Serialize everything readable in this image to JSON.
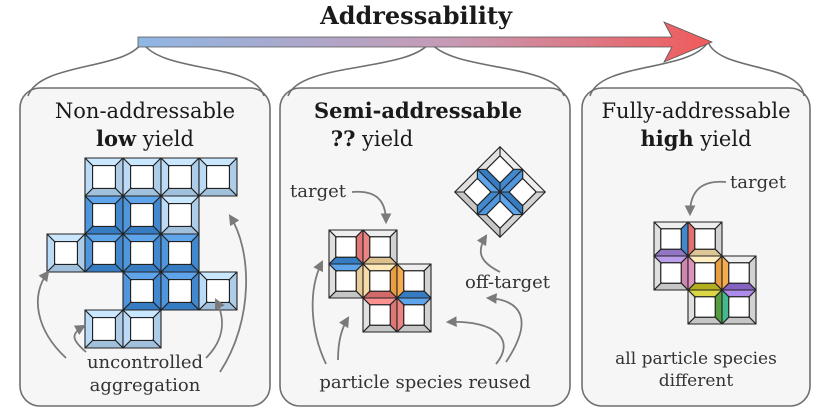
{
  "title": "Addressability",
  "colors": {
    "arrow_start": "#8fb6e3",
    "arrow_end": "#f05a5a",
    "panel_fill": "#f6f6f6",
    "panel_stroke": "#6f6f6f",
    "blue": "#4c92d8",
    "light_blue": "#b7d6f2",
    "gray_frame": "#dcdcdc"
  },
  "panels": [
    {
      "heading_line1": "Non-addressable",
      "heading_bold": "low",
      "heading_rest": " yield",
      "annotation_line1": "uncontrolled",
      "annotation_line2": "aggregation"
    },
    {
      "heading_line1": "Semi-addressable",
      "heading_bold": "??",
      "heading_rest": " yield",
      "label_target": "target",
      "label_off_target": "off-target",
      "annotation_line1": "particle species reused"
    },
    {
      "heading_line1": "Fully-addressable",
      "heading_bold": "high",
      "heading_rest": " yield",
      "label_target": "target",
      "annotation_line1": "all particle species",
      "annotation_line2": "different"
    }
  ]
}
